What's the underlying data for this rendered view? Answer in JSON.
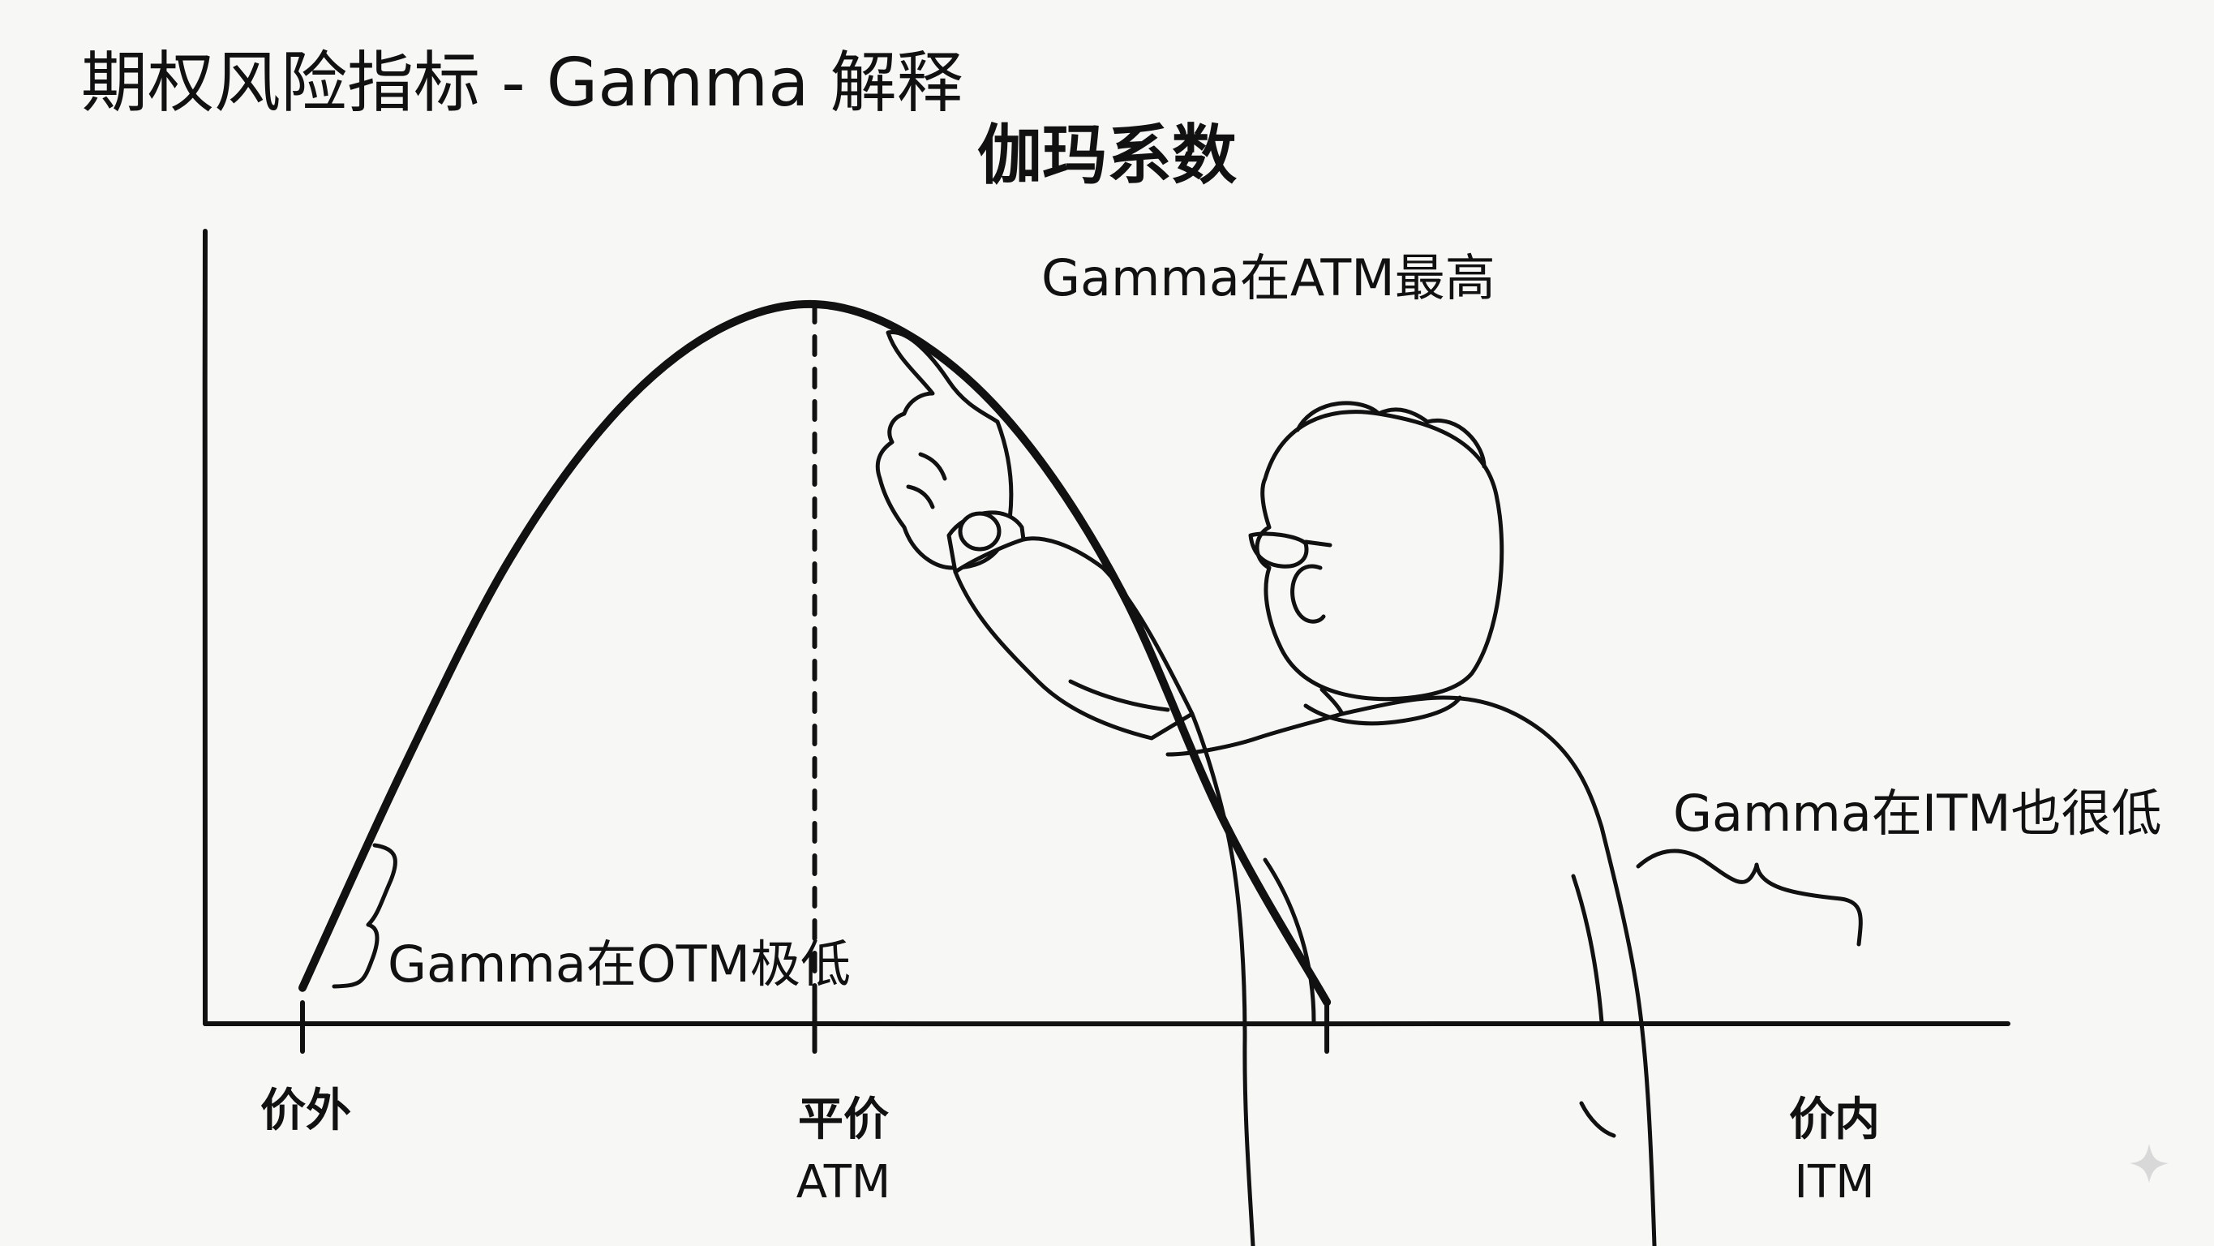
{
  "page": {
    "title": "期权风险指标 - Gamma 解释"
  },
  "chart_data": {
    "type": "line",
    "title": "伽玛系数",
    "xlabel": "",
    "ylabel": "",
    "grid": false,
    "legend": "none",
    "series": [
      {
        "x": [
          -1.0,
          -0.8,
          -0.6,
          -0.4,
          -0.2,
          0.0,
          0.2,
          0.4,
          0.6,
          0.8,
          1.0
        ],
        "values": [
          0.05,
          0.36,
          0.64,
          0.84,
          0.96,
          1.0,
          0.95,
          0.82,
          0.6,
          0.28,
          0.03
        ]
      }
    ],
    "ticks": [
      {
        "x": -1.0,
        "label": "价外"
      },
      {
        "x": 0.0,
        "label": "平价",
        "sublabel": "ATM"
      },
      {
        "x": 1.0,
        "label": "价内",
        "sublabel": "ITM"
      }
    ],
    "atm_marker_x": 0.0,
    "annotations": {
      "atm": "Gamma在ATM最高",
      "otm": "Gamma在OTM极低",
      "itm": "Gamma在ITM也很低"
    },
    "xlim": [
      -1.19,
      2.33
    ],
    "ylim": [
      0,
      1.0
    ]
  },
  "colors": {
    "ink": "#111111",
    "paper": "#f7f7f5"
  },
  "icons": {
    "watermark": "sparkle-icon"
  }
}
